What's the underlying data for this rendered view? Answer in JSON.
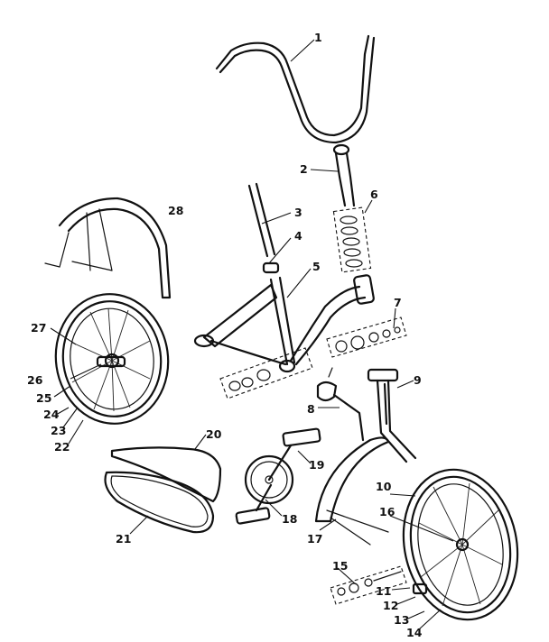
{
  "callouts": [
    {
      "id": "c1",
      "num": "1"
    },
    {
      "id": "c2",
      "num": "2"
    },
    {
      "id": "c3",
      "num": "3"
    },
    {
      "id": "c4",
      "num": "4"
    },
    {
      "id": "c5",
      "num": "5"
    },
    {
      "id": "c6",
      "num": "6"
    },
    {
      "id": "c7",
      "num": "7"
    },
    {
      "id": "c8",
      "num": "8"
    },
    {
      "id": "c9",
      "num": "9"
    },
    {
      "id": "c10",
      "num": "10"
    },
    {
      "id": "c11",
      "num": "11"
    },
    {
      "id": "c12",
      "num": "12"
    },
    {
      "id": "c13",
      "num": "13"
    },
    {
      "id": "c14",
      "num": "14"
    },
    {
      "id": "c15",
      "num": "15"
    },
    {
      "id": "c16",
      "num": "16"
    },
    {
      "id": "c17",
      "num": "17"
    },
    {
      "id": "c18",
      "num": "18"
    },
    {
      "id": "c19",
      "num": "19"
    },
    {
      "id": "c20",
      "num": "20"
    },
    {
      "id": "c21",
      "num": "21"
    },
    {
      "id": "c22",
      "num": "22"
    },
    {
      "id": "c23",
      "num": "23"
    },
    {
      "id": "c24",
      "num": "24"
    },
    {
      "id": "c25",
      "num": "25"
    },
    {
      "id": "c26",
      "num": "26"
    },
    {
      "id": "c27",
      "num": "27"
    },
    {
      "id": "c28",
      "num": "28"
    }
  ],
  "parts": [
    "handlebar",
    "stem",
    "seat-post",
    "seat-clamp",
    "frame",
    "headset-bearings",
    "bottom-bracket-parts",
    "brake-lever",
    "fork",
    "front-wheel",
    "front-axle-parts",
    "rear-wheel",
    "rear-fender",
    "front-fender",
    "crankset",
    "pedal",
    "chain-guard",
    "chain"
  ]
}
